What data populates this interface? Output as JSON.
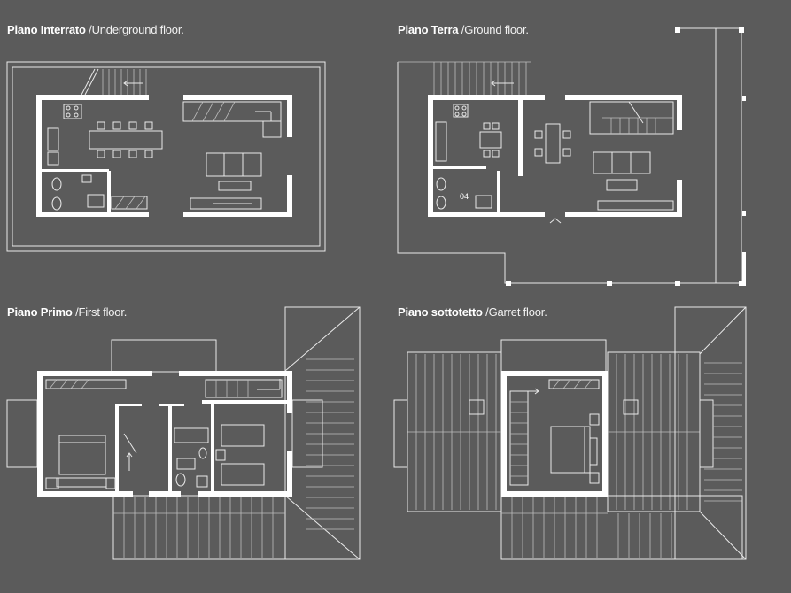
{
  "plans": [
    {
      "name": "Piano Interrato",
      "sub": "/Underground floor."
    },
    {
      "name": "Piano Terra",
      "sub": "/Ground floor."
    },
    {
      "name": "Piano Primo",
      "sub": "/First floor."
    },
    {
      "name": "Piano sottotetto",
      "sub": "/Garret floor."
    }
  ],
  "room_label": "04"
}
